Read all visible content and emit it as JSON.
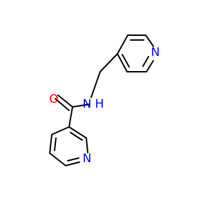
{
  "molecule": {
    "atoms": {
      "pyridyl_N_top": {
        "symbol": "N",
        "color": "#0000ff"
      },
      "amide_N": {
        "symbol": "N",
        "color": "#0000ff"
      },
      "amide_H": {
        "symbol": "H",
        "color": "#0000ff"
      },
      "carbonyl_O": {
        "symbol": "O",
        "color": "#ff0000"
      },
      "pyridyl_N_bottom": {
        "symbol": "N",
        "color": "#0000ff"
      }
    },
    "bond_color": "#000000"
  }
}
